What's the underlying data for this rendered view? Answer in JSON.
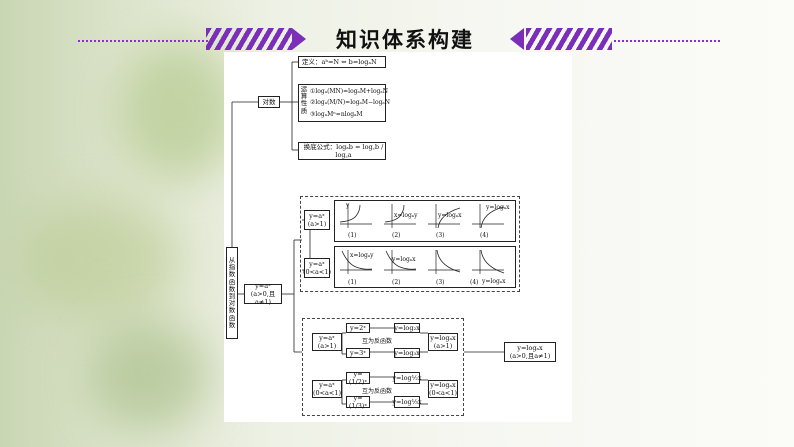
{
  "header": {
    "title": "知识体系构建",
    "accent_color": "#7b2fb8"
  },
  "diagram": {
    "root_label": "从指数函数到对数函数",
    "log_box": "对数",
    "definition": "定义：aᵇ=N ⇔ b=logₐN",
    "properties_label": "运算性质",
    "prop1": "①logₐ(MN)=logₐM+logₐN",
    "prop2": "②logₐ(M/N)=logₐM−logₐN",
    "prop3": "③logₐMⁿ=nlogₐM",
    "change_base": "换底公式：logₐb = log꜀b / log꜀a",
    "exp_func": "y=aˣ",
    "exp_cond": "(a>0,且a≠1)",
    "exp_gt1": "y=aˣ",
    "cond_gt1": "(a>1)",
    "exp_lt1": "y=aˣ",
    "cond_lt1": "(0<a<1)",
    "graph_labels_top": [
      "(1)",
      "(2)",
      "(3)",
      "(4)"
    ],
    "graph_labels_bottom": [
      "(1)",
      "(2)",
      "(3)",
      "(4)"
    ],
    "graph_texts_top": [
      "y",
      "x=logₐy",
      "y=logₐx",
      "y=logₐx"
    ],
    "graph_texts_bottom": [
      "x=logₐy",
      "y=logₐx",
      "y=logₐx"
    ],
    "inverse_label_1": "互为反函数",
    "inverse_label_2": "互为反函数",
    "f_2x": "y=2ˣ",
    "f_3x": "y=3ˣ",
    "f_log2": "y=log₂x",
    "f_log3": "y=log₃x",
    "f_half": "y=(1/2)ˣ",
    "f_third": "y=(1/3)ˣ",
    "f_loghalf": "y=log½x",
    "f_logthird": "y=log⅓x",
    "log_gt1": "y=logₐx",
    "log_gt1_cond": "(a>1)",
    "log_lt1": "y=logₐx",
    "log_lt1_cond": "(0<a<1)",
    "log_func": "y=logₐx",
    "log_cond": "(a>0,且a≠1)"
  }
}
